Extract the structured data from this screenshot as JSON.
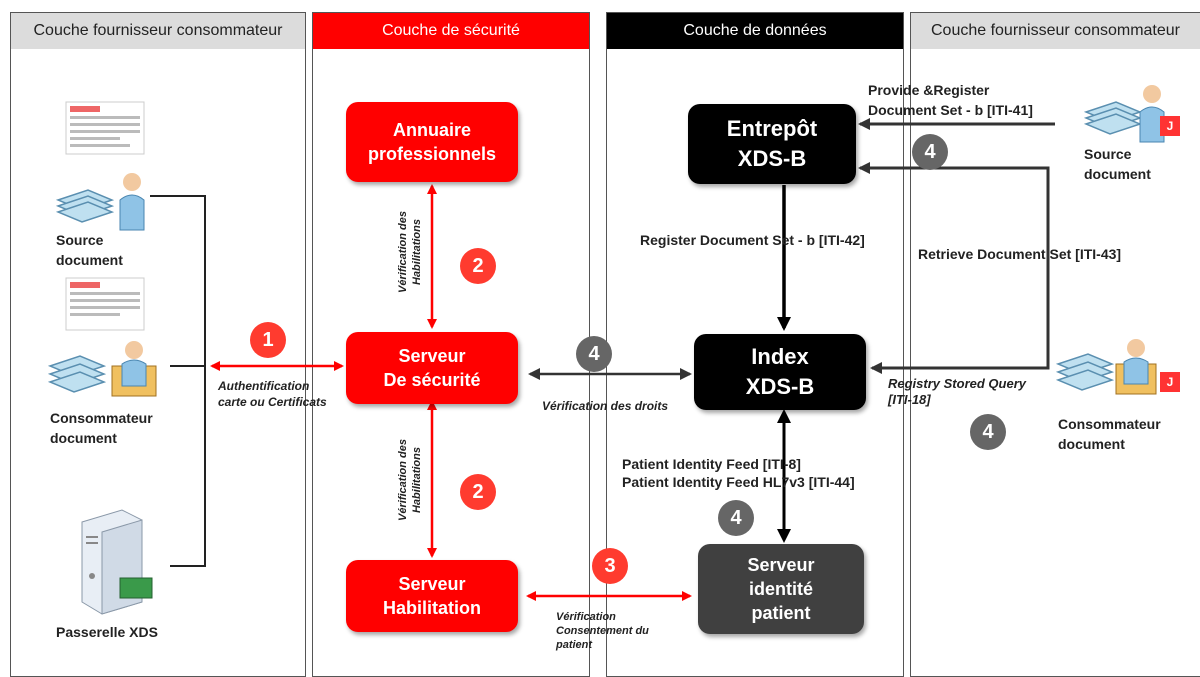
{
  "layers": {
    "left": "Couche fournisseur consommateur",
    "security": "Couche de sécurité",
    "data": "Couche de données",
    "right": "Couche fournisseur consommateur"
  },
  "boxes": {
    "annuaire": [
      "Annuaire",
      "professionnels"
    ],
    "serveur_securite": [
      "Serveur",
      "De sécurité"
    ],
    "serveur_habilitation": [
      "Serveur",
      "Habilitation"
    ],
    "entrepot": [
      "Entrepôt",
      "XDS-B"
    ],
    "index": [
      "Index",
      "XDS-B"
    ],
    "serveur_identite": [
      "Serveur",
      "identité",
      "patient"
    ]
  },
  "actors": {
    "left_source": [
      "Source",
      "document"
    ],
    "left_consommateur": [
      "Consommateur",
      "document"
    ],
    "passerelle": "Passerelle XDS",
    "right_source": [
      "Source",
      "document"
    ],
    "right_consommateur": [
      "Consommateur",
      "document"
    ]
  },
  "labels": {
    "auth": [
      "Authentification",
      "carte ou Certificats"
    ],
    "verif_habil": [
      "Vérification des",
      "Habilitations"
    ],
    "verif_droits": "Vérification des droits",
    "verif_consent": [
      "Vérification",
      "Consentement du",
      "patient"
    ],
    "provide": [
      "Provide &Register",
      "Document Set - b [ITI-41]"
    ],
    "register": "Register Document Set - b [ITI-42]",
    "retrieve": "Retrieve Document Set [ITI-43]",
    "registry": [
      "Registry Stored Query",
      "[ITI-18]"
    ],
    "pif1": "Patient Identity Feed [ITI-8]",
    "pif2": "Patient Identity Feed HL7v3 [ITI-44]",
    "mark": "J"
  },
  "badges": {
    "b1": "1",
    "b2a": "2",
    "b2b": "2",
    "b3": "3",
    "b4a": "4",
    "b4b": "4",
    "b4c": "4",
    "b4d": "4"
  },
  "colors": {
    "red": "#ff0000",
    "black": "#000000",
    "dark": "#404040",
    "grey_badge": "#666666",
    "header_grey": "#dcdcdc"
  }
}
